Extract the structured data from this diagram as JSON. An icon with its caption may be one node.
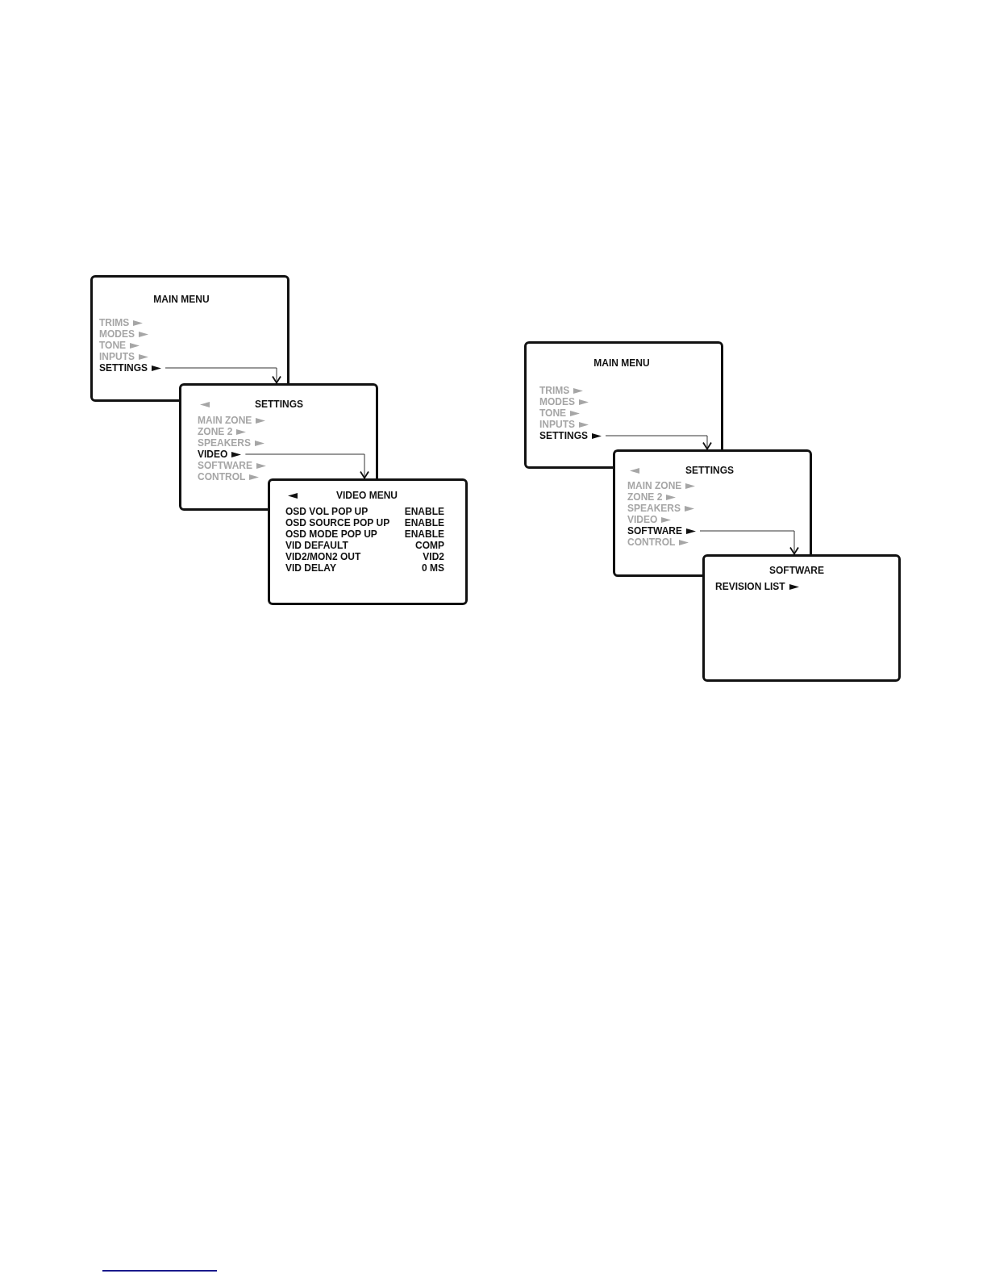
{
  "diagram": {
    "nodes": [
      {
        "text": [
          "MAIN MENU"
        ]
      },
      {
        "text": [
          "TRIMS"
        ],
        "in": 0
      },
      {
        "text": [
          "MODES"
        ],
        "in": 0
      },
      {
        "text": [
          "TONE"
        ],
        "in": 0
      },
      {
        "text": [
          "INPUTS"
        ],
        "in": 0
      },
      {
        "text": [
          "SETTINGS"
        ],
        "in": 0
      },
      {
        "text": [
          "SETTINGS"
        ]
      },
      {
        "text": [
          "MAIN ZONE"
        ],
        "in": 6
      },
      {
        "text": [
          "ZONE 2"
        ],
        "in": 6
      },
      {
        "text": [
          "SPEAKERS"
        ],
        "in": 6
      },
      {
        "text": [
          "VIDEO"
        ],
        "in": 6
      },
      {
        "text": [
          "SOFTWARE"
        ],
        "in": 6
      },
      {
        "text": [
          "CONTROL"
        ],
        "in": 6
      },
      {
        "text": [
          "VIDEO MENU",
          "OSD VOL POP UP",
          "ENABLE",
          "OSD SOURCE POP UP",
          "ENABLE",
          "OSD MODE POP UP",
          "ENABLE",
          "VID DEFAULT",
          "COMP",
          "VID2/MON2 OUT",
          "VID2",
          "VID DELAY",
          "0 MS"
        ]
      },
      {
        "text": [
          "MAIN MENU"
        ]
      },
      {
        "text": [
          "TRIMS"
        ],
        "in": 14
      },
      {
        "text": [
          "MODES"
        ],
        "in": 14
      },
      {
        "text": [
          "TONE"
        ],
        "in": 14
      },
      {
        "text": [
          "INPUTS"
        ],
        "in": 14
      },
      {
        "text": [
          "SETTINGS"
        ],
        "in": 14
      },
      {
        "text": [
          "SETTINGS"
        ]
      },
      {
        "text": [
          "MAIN ZONE"
        ],
        "in": 20
      },
      {
        "text": [
          "ZONE 2"
        ],
        "in": 20
      },
      {
        "text": [
          "SPEAKERS"
        ],
        "in": 20
      },
      {
        "text": [
          "VIDEO"
        ],
        "in": 20
      },
      {
        "text": [
          "SOFTWARE"
        ],
        "in": 20
      },
      {
        "text": [
          "CONTROL"
        ],
        "in": 20
      },
      {
        "text": [
          "SOFTWARE"
        ]
      },
      {
        "text": [
          "REVISION LIST"
        ],
        "in": 27
      }
    ],
    "edges": [
      {
        "from": 5,
        "to": 6,
        "arrow": "to"
      },
      {
        "from": 10,
        "to": 13,
        "arrow": "to"
      },
      {
        "from": 19,
        "to": 20,
        "arrow": "to"
      },
      {
        "from": 25,
        "to": 27,
        "arrow": "to"
      }
    ]
  }
}
